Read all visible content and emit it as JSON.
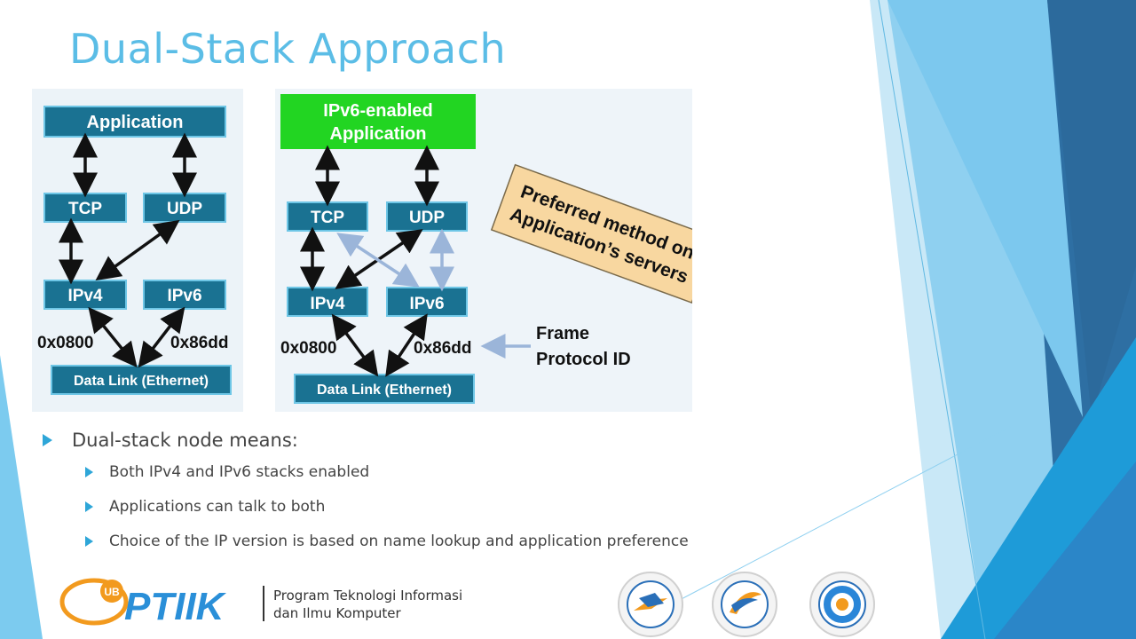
{
  "slide": {
    "title": "Dual-Stack Approach"
  },
  "diagram": {
    "left_stack": {
      "application": "Application",
      "tcp": "TCP",
      "udp": "UDP",
      "ipv4": "IPv4",
      "ipv6": "IPv6",
      "ethertype_v4": "0x0800",
      "ethertype_v6": "0x86dd",
      "datalink": "Data Link (Ethernet)"
    },
    "right_stack": {
      "application_line1": "IPv6-enabled",
      "application_line2": "Application",
      "tcp": "TCP",
      "udp": "UDP",
      "ipv4": "IPv4",
      "ipv6": "IPv6",
      "ethertype_v4": "0x0800",
      "ethertype_v6": "0x86dd",
      "datalink": "Data Link (Ethernet)"
    },
    "callout_line1": "Preferred method on",
    "callout_line2": "Application’s servers",
    "frame_label_line1": "Frame",
    "frame_label_line2": "Protocol ID",
    "colors": {
      "stack_box": "#1a7292",
      "app_green": "#22d522",
      "callout": "#f8d7a0",
      "light_arrow": "#9bb5d9"
    }
  },
  "bullets": {
    "main": "Dual-stack node means:",
    "sub": [
      "Both IPv4 and IPv6 stacks enabled",
      "Applications can talk to both",
      "Choice of the IP version is based on name lookup and application preference"
    ]
  },
  "footer": {
    "logo_badge": "UB",
    "logo_text": "PTIIK",
    "tagline_line1": "Program Teknologi Informasi",
    "tagline_line2": "dan Ilmu Komputer",
    "emblems": [
      "informatika-emblem",
      "sistem-informasi-emblem",
      "teknik-komputer-emblem"
    ]
  },
  "theme": {
    "title_color": "#5bbde6",
    "bullet_color": "#2ea6d8"
  }
}
